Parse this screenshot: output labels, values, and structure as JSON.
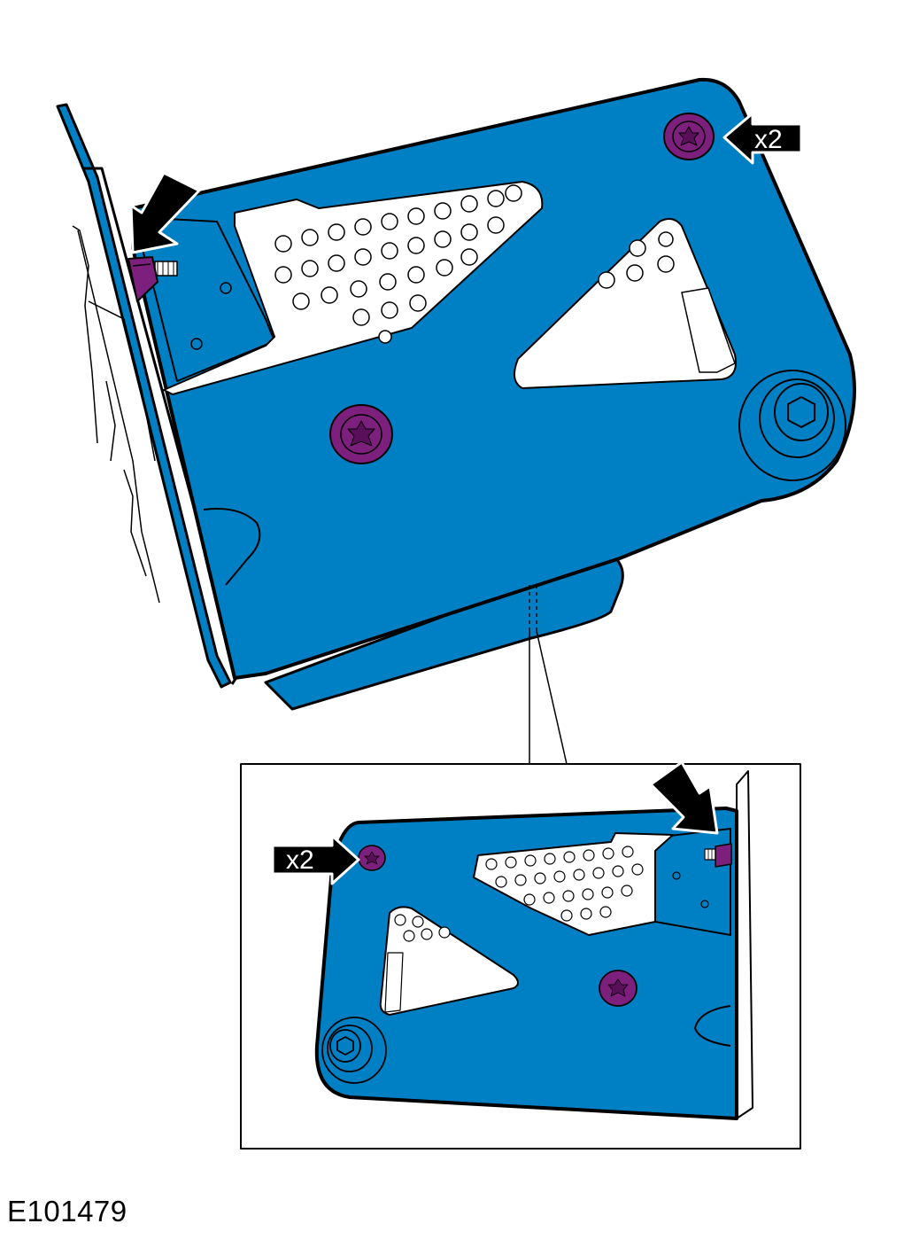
{
  "colors": {
    "plate": "#0080c4",
    "fastener": "#7d1f7d",
    "fastener_dark": "#5a0f5a",
    "outline": "#000000",
    "arrow": "#000000",
    "cutout": "#ffffff"
  },
  "callouts": {
    "main_quantity": "x2",
    "inset_quantity": "x2"
  },
  "figure_id": "E101479",
  "icons": [
    "arrow-icon",
    "torx-bolt-icon",
    "nut-icon",
    "hex-socket-icon"
  ]
}
